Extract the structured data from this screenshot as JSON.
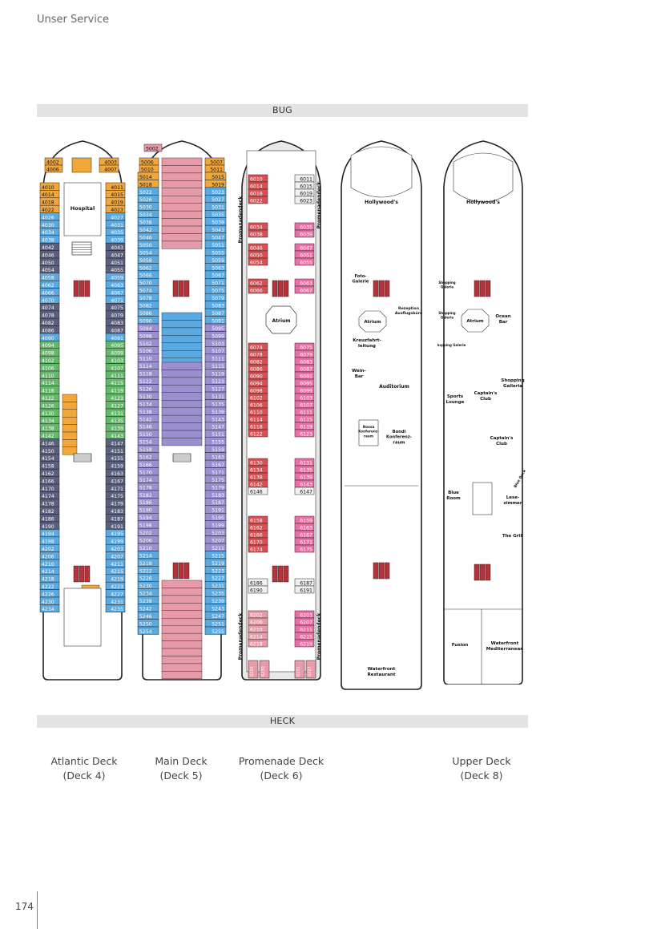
{
  "header": {
    "section": "Unser Service"
  },
  "bands": {
    "top": "BUG",
    "bottom": "HECK"
  },
  "page_number": "174",
  "colors": {
    "outside": "#5aa9e0",
    "inside": "#5b5f7e",
    "balcony": "#9b8fd0",
    "suite_orange": "#f2a73b",
    "promenade_red": "#d94f53",
    "promenade_pink": "#e870a6",
    "hull": "#222222",
    "promenade_deck_bg": "#e8e8e8"
  },
  "decks": {
    "atlantic": {
      "name": "Atlantic Deck",
      "number": "(Deck 4)",
      "cabins_left": [
        "4010",
        "4014",
        "4018",
        "4022",
        "4026",
        "4030",
        "4034",
        "4038",
        "4042",
        "4046",
        "4050",
        "4054",
        "4058",
        "4062",
        "4066",
        "4070",
        "4074",
        "4078",
        "4082",
        "4086",
        "4090",
        "4094",
        "4098",
        "4102",
        "4106",
        "4110",
        "4114",
        "4118",
        "4122",
        "4126",
        "4130",
        "4134",
        "4138",
        "4142",
        "4146",
        "4150",
        "4154",
        "4158",
        "4162",
        "4166",
        "4170",
        "4174",
        "4178",
        "4182",
        "4186",
        "4190",
        "4194",
        "4198",
        "4202",
        "4206",
        "4210",
        "4214",
        "4218",
        "4222",
        "4226",
        "4230",
        "4234"
      ],
      "cabins_right": [
        "4011",
        "4015",
        "4019",
        "4023",
        "4027",
        "4031",
        "4035",
        "4039",
        "4043",
        "4047",
        "4051",
        "4055",
        "4059",
        "4063",
        "4067",
        "4071",
        "4075",
        "4079",
        "4083",
        "4087",
        "4091",
        "4095",
        "4099",
        "4103",
        "4107",
        "4111",
        "4115",
        "4119",
        "4123",
        "4127",
        "4131",
        "4135",
        "4139",
        "4143",
        "4147",
        "4151",
        "4155",
        "4159",
        "4163",
        "4167",
        "4171",
        "4175",
        "4179",
        "4183",
        "4187",
        "4191",
        "4195",
        "4199",
        "4203",
        "4207",
        "4211",
        "4215",
        "4219",
        "4223",
        "4227",
        "4231",
        "4235"
      ],
      "bow_cabins": [
        "4002",
        "4006",
        "4003",
        "4007"
      ],
      "labels": {
        "hospital": "Hospital"
      }
    },
    "main": {
      "name": "Main Deck",
      "number": "(Deck 5)",
      "cabins_left": [
        "5014",
        "5018",
        "5022",
        "5026",
        "5030",
        "5034",
        "5038",
        "5042",
        "5046",
        "5050",
        "5054",
        "5058",
        "5062",
        "5066",
        "5070",
        "5074",
        "5078",
        "5082",
        "5086",
        "5090",
        "5094",
        "5098",
        "5102",
        "5106",
        "5110",
        "5114",
        "5118",
        "5122",
        "5126",
        "5130",
        "5134",
        "5138",
        "5142",
        "5146",
        "5150",
        "5154",
        "5158",
        "5162",
        "5166",
        "5170",
        "5174",
        "5178",
        "5182",
        "5186",
        "5190",
        "5194",
        "5198",
        "5202",
        "5206",
        "5210",
        "5214",
        "5218",
        "5222",
        "5226",
        "5230",
        "5234",
        "5238",
        "5242",
        "5246",
        "5250",
        "5254"
      ],
      "cabins_right": [
        "5015",
        "5019",
        "5023",
        "5027",
        "5031",
        "5035",
        "5039",
        "5043",
        "5047",
        "5051",
        "5055",
        "5059",
        "5063",
        "5067",
        "5071",
        "5075",
        "5079",
        "5083",
        "5087",
        "5091",
        "5095",
        "5099",
        "5103",
        "5107",
        "5111",
        "5115",
        "5119",
        "5123",
        "5127",
        "5131",
        "5135",
        "5139",
        "5143",
        "5147",
        "5151",
        "5155",
        "5159",
        "5163",
        "5167",
        "5171",
        "5175",
        "5179",
        "5183",
        "5187",
        "5191",
        "5195",
        "5199",
        "5203",
        "5207",
        "5211",
        "5215",
        "5219",
        "5223",
        "5227",
        "5231",
        "5235",
        "5239",
        "5243",
        "5247",
        "5251",
        "5255"
      ],
      "bow_cabins": [
        "5002",
        "5006",
        "5010",
        "5007",
        "5011"
      ]
    },
    "promenade": {
      "name": "Promenade Deck",
      "number": "(Deck 6)",
      "side_label": "Promenadendeck",
      "labels": {
        "atrium": "Atrium"
      },
      "cabins_left": [
        "6010",
        "6014",
        "6018",
        "6022",
        "6034",
        "6038",
        "6046",
        "6050",
        "6054",
        "6062",
        "6066",
        "6074",
        "6078",
        "6082",
        "6086",
        "6090",
        "6094",
        "6098",
        "6102",
        "6106",
        "6110",
        "6114",
        "6118",
        "6122",
        "6130",
        "6134",
        "6138",
        "6142",
        "6146",
        "6158",
        "6162",
        "6166",
        "6170",
        "6174",
        "6186",
        "6190",
        "6202",
        "6206",
        "6210",
        "6214",
        "6218"
      ],
      "cabins_right": [
        "6011",
        "6015",
        "6019",
        "6023",
        "6035",
        "6039",
        "6047",
        "6051",
        "6055",
        "6063",
        "6067",
        "6075",
        "6079",
        "6083",
        "6087",
        "6091",
        "6095",
        "6099",
        "6103",
        "6107",
        "6111",
        "6115",
        "6119",
        "6123",
        "6131",
        "6135",
        "6139",
        "6143",
        "6147",
        "6159",
        "6163",
        "6167",
        "6171",
        "6175",
        "6187",
        "6191",
        "6203",
        "6207",
        "6211",
        "6215",
        "6219"
      ],
      "stern_cabins": [
        "6226",
        "6230",
        "6231",
        "6227"
      ]
    },
    "upper_a": {
      "labels": {
        "hollywoods": "Hollywood's",
        "foto": "Foto-\nGalerie",
        "rezeption": "Rezeption\nAusflugsbüro",
        "atrium": "Atrium",
        "kreuzfahrt": "Kreuzfahrt-\nleitung",
        "wein": "Wein-\nBar",
        "auditorium": "Auditorium",
        "noosa": "Noosa\nKonferenz-\nraum",
        "bondi": "Bondi\nKonferenz-\nraum",
        "waterfront": "Waterfront\nRestaurant"
      }
    },
    "upper": {
      "name": "Upper Deck",
      "number": "(Deck 8)",
      "labels": {
        "hollywoods": "Hollywood's",
        "shopping1": "Shopping\nGalerie",
        "shopping2": "Shopping\nGalerie",
        "shopping3": "Shopping Galerie",
        "atrium": "Atrium",
        "ocean": "Ocean\nBar",
        "shopping_main": "Shopping\nGalleria",
        "sports": "Sports\nLounge",
        "captains1": "Captain's\nClub",
        "captains2": "Captain's\nClub",
        "blue": "Blue\nRoom",
        "lese": "Lese-\nzimmer",
        "grill": "The Grill",
        "fusion": "Fusion",
        "waterfront": "Waterfront\nMediterranean",
        "deck_tag": "Blue Deck"
      }
    }
  }
}
